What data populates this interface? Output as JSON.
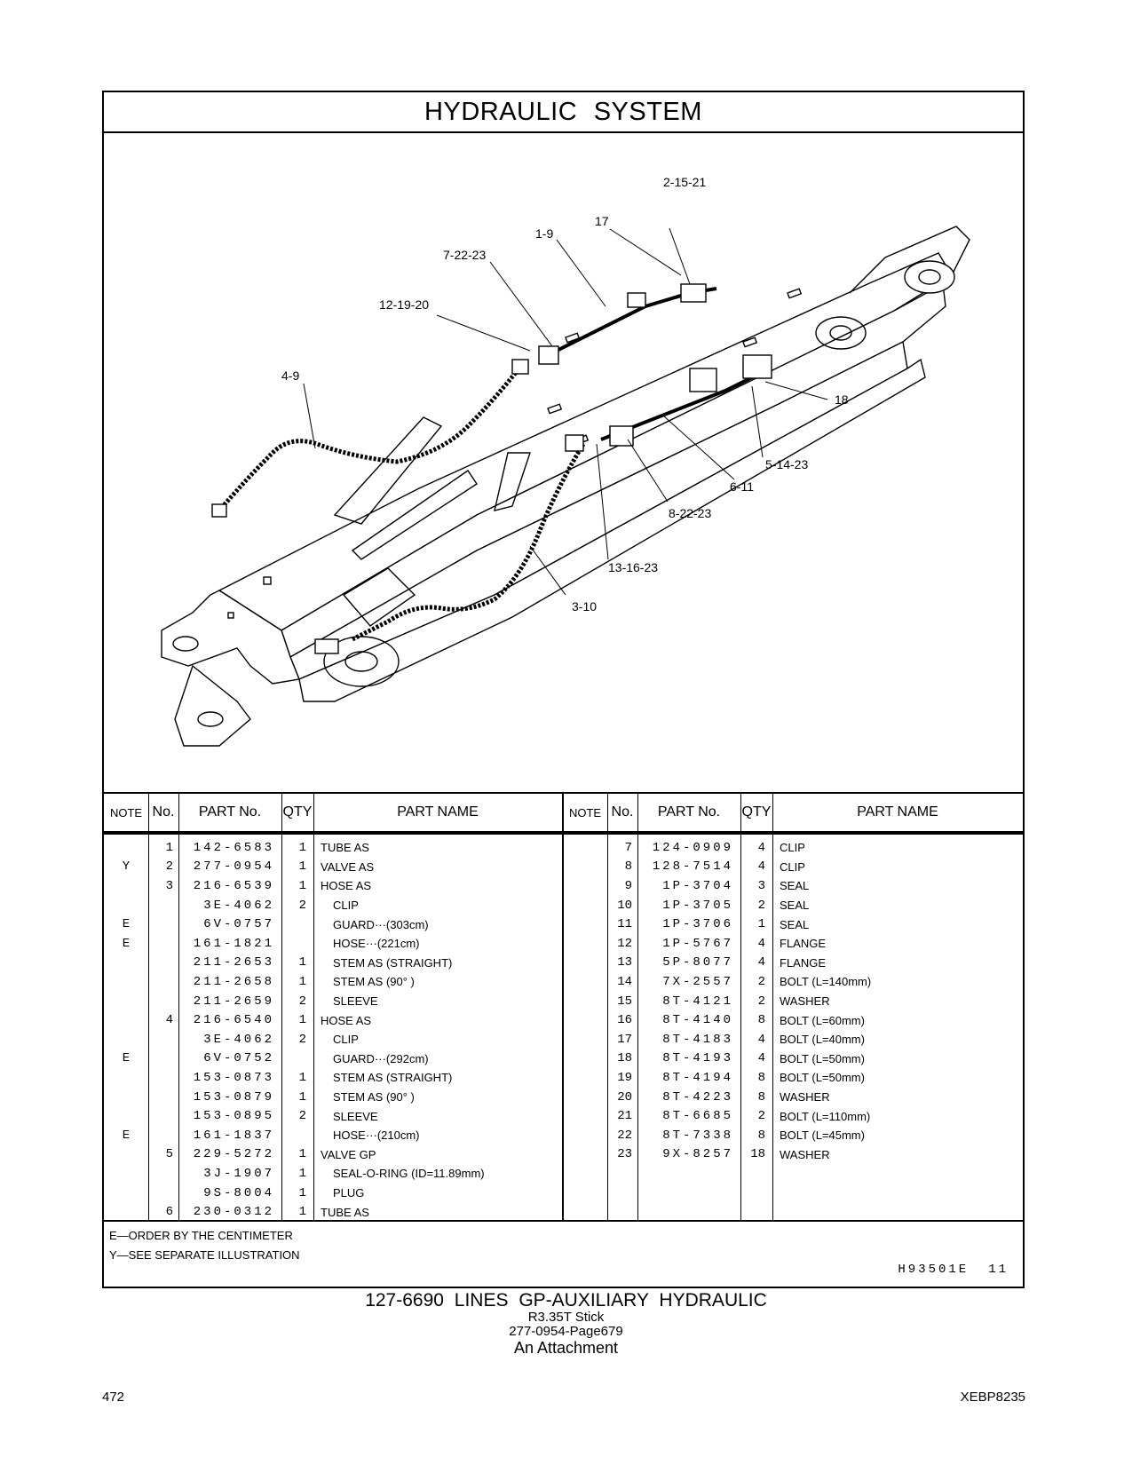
{
  "header": {
    "title": "HYDRAULIC   SYSTEM"
  },
  "illustration": {
    "callouts": [
      "2-15-21",
      "17",
      "1-9",
      "7-22-23",
      "12-19-20",
      "4-9",
      "18",
      "5-14-23",
      "6-11",
      "8-22-23",
      "13-16-23",
      "3-10"
    ]
  },
  "table": {
    "headers": {
      "note": "NOTE",
      "no": "No.",
      "part_no": "PART No.",
      "qty": "QTY",
      "part_name": "PART NAME"
    },
    "left_rows": [
      {
        "note": "",
        "no": "1",
        "part": "142-6583",
        "qty": "1",
        "name": "TUBE AS",
        "indent": 0
      },
      {
        "note": "Y",
        "no": "2",
        "part": "277-0954",
        "qty": "1",
        "name": "VALVE AS",
        "indent": 0
      },
      {
        "note": "",
        "no": "3",
        "part": "216-6539",
        "qty": "1",
        "name": "HOSE AS",
        "indent": 0
      },
      {
        "note": "",
        "no": "",
        "part": "3E-4062",
        "qty": "2",
        "name": "CLIP",
        "indent": 1
      },
      {
        "note": "E",
        "no": "",
        "part": "6V-0757",
        "qty": "",
        "name": "GUARD···(303cm)",
        "indent": 1
      },
      {
        "note": "E",
        "no": "",
        "part": "161-1821",
        "qty": "",
        "name": "HOSE···(221cm)",
        "indent": 1
      },
      {
        "note": "",
        "no": "",
        "part": "211-2653",
        "qty": "1",
        "name": "STEM AS (STRAIGHT)",
        "indent": 1
      },
      {
        "note": "",
        "no": "",
        "part": "211-2658",
        "qty": "1",
        "name": "STEM AS (90° )",
        "indent": 1
      },
      {
        "note": "",
        "no": "",
        "part": "211-2659",
        "qty": "2",
        "name": "SLEEVE",
        "indent": 1
      },
      {
        "note": "",
        "no": "4",
        "part": "216-6540",
        "qty": "1",
        "name": "HOSE AS",
        "indent": 0
      },
      {
        "note": "",
        "no": "",
        "part": "3E-4062",
        "qty": "2",
        "name": "CLIP",
        "indent": 1
      },
      {
        "note": "E",
        "no": "",
        "part": "6V-0752",
        "qty": "",
        "name": "GUARD···(292cm)",
        "indent": 1
      },
      {
        "note": "",
        "no": "",
        "part": "153-0873",
        "qty": "1",
        "name": "STEM AS (STRAIGHT)",
        "indent": 1
      },
      {
        "note": "",
        "no": "",
        "part": "153-0879",
        "qty": "1",
        "name": "STEM AS (90° )",
        "indent": 1
      },
      {
        "note": "",
        "no": "",
        "part": "153-0895",
        "qty": "2",
        "name": "SLEEVE",
        "indent": 1
      },
      {
        "note": "E",
        "no": "",
        "part": "161-1837",
        "qty": "",
        "name": "HOSE···(210cm)",
        "indent": 1
      },
      {
        "note": "",
        "no": "5",
        "part": "229-5272",
        "qty": "1",
        "name": "VALVE GP",
        "indent": 0
      },
      {
        "note": "",
        "no": "",
        "part": "3J-1907",
        "qty": "1",
        "name": "SEAL-O-RING (ID=11.89mm)",
        "indent": 1
      },
      {
        "note": "",
        "no": "",
        "part": "9S-8004",
        "qty": "1",
        "name": "PLUG",
        "indent": 1
      },
      {
        "note": "",
        "no": "6",
        "part": "230-0312",
        "qty": "1",
        "name": "TUBE AS",
        "indent": 0
      }
    ],
    "right_rows": [
      {
        "note": "",
        "no": "7",
        "part": "124-0909",
        "qty": "4",
        "name": "CLIP"
      },
      {
        "note": "",
        "no": "8",
        "part": "128-7514",
        "qty": "4",
        "name": "CLIP"
      },
      {
        "note": "",
        "no": "9",
        "part": "1P-3704",
        "qty": "3",
        "name": "SEAL"
      },
      {
        "note": "",
        "no": "10",
        "part": "1P-3705",
        "qty": "2",
        "name": "SEAL"
      },
      {
        "note": "",
        "no": "11",
        "part": "1P-3706",
        "qty": "1",
        "name": "SEAL"
      },
      {
        "note": "",
        "no": "12",
        "part": "1P-5767",
        "qty": "4",
        "name": "FLANGE"
      },
      {
        "note": "",
        "no": "13",
        "part": "5P-8077",
        "qty": "4",
        "name": "FLANGE"
      },
      {
        "note": "",
        "no": "14",
        "part": "7X-2557",
        "qty": "2",
        "name": "BOLT (L=140mm)"
      },
      {
        "note": "",
        "no": "15",
        "part": "8T-4121",
        "qty": "2",
        "name": "WASHER"
      },
      {
        "note": "",
        "no": "16",
        "part": "8T-4140",
        "qty": "8",
        "name": "BOLT (L=60mm)"
      },
      {
        "note": "",
        "no": "17",
        "part": "8T-4183",
        "qty": "4",
        "name": "BOLT (L=40mm)"
      },
      {
        "note": "",
        "no": "18",
        "part": "8T-4193",
        "qty": "4",
        "name": "BOLT (L=50mm)"
      },
      {
        "note": "",
        "no": "19",
        "part": "8T-4194",
        "qty": "8",
        "name": "BOLT (L=50mm)"
      },
      {
        "note": "",
        "no": "20",
        "part": "8T-4223",
        "qty": "8",
        "name": "WASHER"
      },
      {
        "note": "",
        "no": "21",
        "part": "8T-6685",
        "qty": "2",
        "name": "BOLT (L=110mm)"
      },
      {
        "note": "",
        "no": "22",
        "part": "8T-7338",
        "qty": "8",
        "name": "BOLT (L=45mm)"
      },
      {
        "note": "",
        "no": "23",
        "part": "9X-8257",
        "qty": "18",
        "name": "WASHER"
      }
    ]
  },
  "footnotes": {
    "e": "E—ORDER BY THE CENTIMETER",
    "y": "Y—SEE SEPARATE ILLUSTRATION",
    "code": "H93501E",
    "code_num": "11"
  },
  "caption": {
    "line1": "127-6690  LINES GP-AUXILIARY HYDRAULIC",
    "line2": "R3.35T Stick",
    "line3": "277-0954-Page679",
    "line4": "An Attachment"
  },
  "page": {
    "number": "472",
    "doc_id": "XEBP8235"
  }
}
